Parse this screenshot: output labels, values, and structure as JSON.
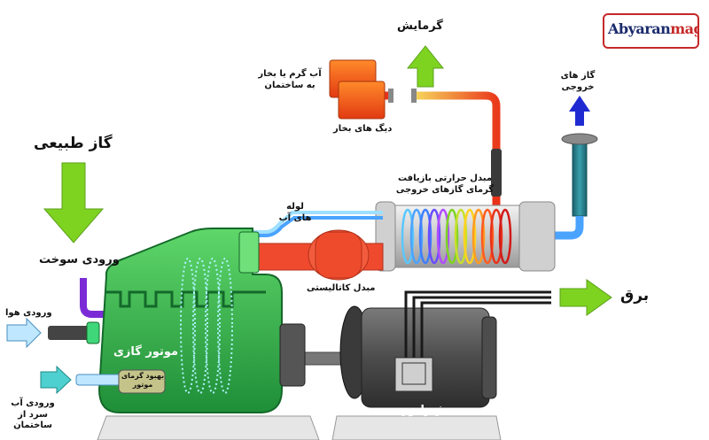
{
  "labels": {
    "heating": "گرمایش",
    "steam_hot_water": "آب گرم یا بخار به ساختمان",
    "steam_boiler": "دیگ های بخار",
    "exhaust_gas": "گاز های خروجی",
    "natural_gas": "گاز طبیعی",
    "heat_exchanger": "مبدل حرارتی بازیافت گرمای گازهای خروجی",
    "water_pipes": "لوله های آب",
    "fuel_input": "ورودی سوخت",
    "catalytic_converter": "مبدل کاتالیستی",
    "electricity": "برق",
    "air_input": "ورودی هوا",
    "gas_engine": "موتور گازی",
    "engine_heat_recovery": "بهبود گرمای موتور",
    "cold_water_input": "ورودی آب سرد از ساختمان",
    "generator": "ژنراتور"
  },
  "logo": {
    "brand": "Abyaran",
    "accent": "mag"
  },
  "colors": {
    "engine_green": "#2fb24b",
    "arrow_green": "#7ed321",
    "exhaust_blue": "#1f2bd1",
    "hot_red": "#e8321a",
    "pipe_blue": "#4aa3ff",
    "generator_gray": "#555555"
  },
  "icons": [
    "up-arrow-icon",
    "down-arrow-icon",
    "right-arrow-icon"
  ]
}
